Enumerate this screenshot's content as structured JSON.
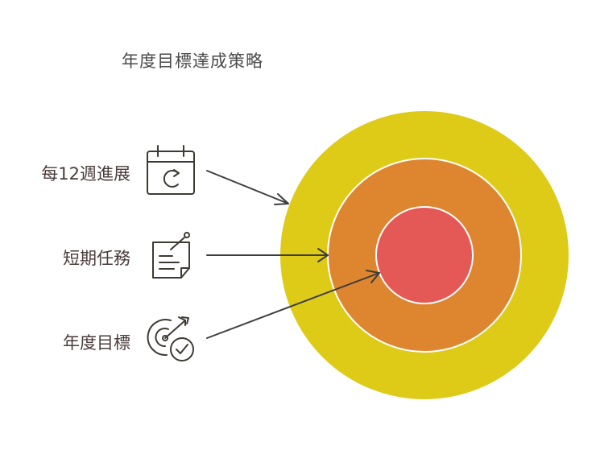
{
  "title": "年度目標達成策略",
  "labels": {
    "weekly": "每12週進展",
    "short_term": "短期任務",
    "annual": "年度目標"
  },
  "icons": {
    "weekly": "calendar-refresh-icon",
    "short_term": "notepad-pen-icon",
    "annual": "target-check-icon"
  },
  "colors": {
    "outer_ring": "#DDCB17",
    "middle_ring": "#DE8530",
    "inner_circle": "#E45955",
    "ring_border": "#ffffff",
    "arrow": "#3d3d3d",
    "icon_stroke": "#3d3a33",
    "weekly_label": "#5a3e3e",
    "annual_label": "#5a3e3e"
  }
}
